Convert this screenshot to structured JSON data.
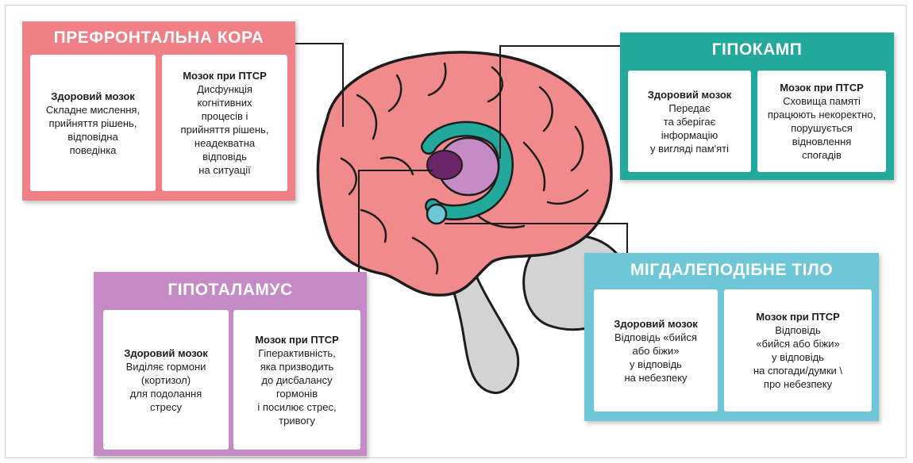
{
  "colors": {
    "prefrontal": "#f07f86",
    "hippocampus": "#22a99b",
    "hypothalamus": "#c48bc6",
    "amygdala": "#6dc7d6",
    "brain": "#f08a8c",
    "cerebellum": "#d3d3d3"
  },
  "panels": {
    "prefrontal": {
      "title": "ПРЕФРОНТАЛЬНА КОРА",
      "healthy_head": "Здоровий мозок",
      "healthy_body": "Складне мислення,\nприйняття рішень,\nвідповідна\nповедінка",
      "ptsd_head": "Мозок при ПТСР",
      "ptsd_body": "Дисфункція\nкогнітивних\nпроцесів і\nприйняття рішень,\nнеадекватна\nвідповідь\nна ситуації"
    },
    "hippocampus": {
      "title": "ГІПОКАМП",
      "healthy_head": "Здоровий мозок",
      "healthy_body": "Передає\nта зберігає\nінформацію\nу вигляді пам'яті",
      "ptsd_head": "Мозок при ПТСР",
      "ptsd_body": "Сховища памяті\nпрацюють некоректно,\nпорушується\nвідновлення\nспогадів"
    },
    "hypothalamus": {
      "title": "ГІПОТАЛАМУС",
      "healthy_head": "Здоровий мозок",
      "healthy_body": "Виділяє гормони\n(кортизол)\nдля подолання\nстресу",
      "ptsd_head": "Мозок при ПТСР",
      "ptsd_body": "Гіперактивність,\nяка призводить\nдо дисбалансу\nгормонів\nі посилює стрес,\nтривогу"
    },
    "amygdala": {
      "title": "МІГДАЛЕПОДІБНЕ ТІЛО",
      "healthy_head": "Здоровий мозок",
      "healthy_body": "Відповідь «бийся\nабо біжи»\nу відповідь\nна небезпеку",
      "ptsd_head": "Мозок при ПТСР",
      "ptsd_body": "Відповідь\n«бийся або біжи»\nу відповідь\nна спогади/думки \\\nпро небезпеку"
    }
  }
}
